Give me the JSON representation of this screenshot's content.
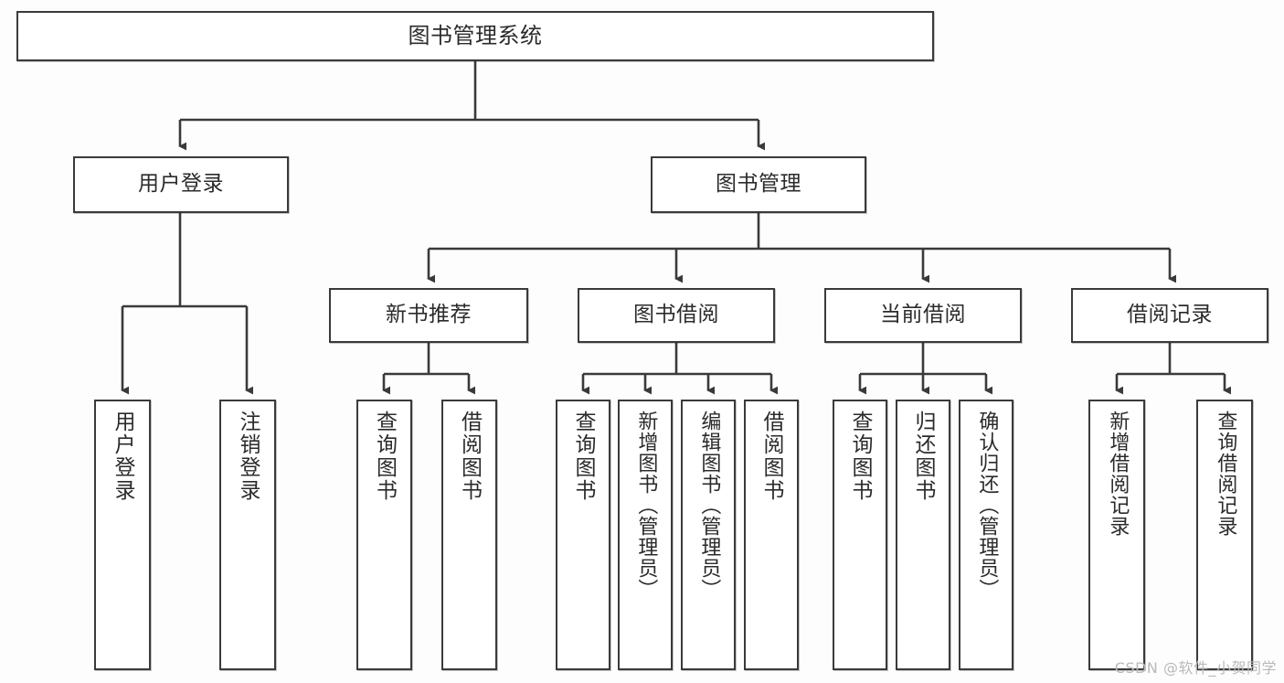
{
  "diagram": {
    "title": "图书管理系统",
    "type": "tree-hierarchy",
    "watermark": "CSDN @软件_小贺同学",
    "colors": {
      "stroke": "#3a3a3a",
      "fill": "#ffffff",
      "text": "#2b2b2b",
      "background": "#fdfdfd",
      "watermark": "#b9b9b9"
    },
    "nodes": {
      "root": {
        "label": "图书管理系统"
      },
      "level1": [
        {
          "id": "user-login",
          "label": "用户登录"
        },
        {
          "id": "book-manage",
          "label": "图书管理"
        }
      ],
      "level2": [
        {
          "id": "new-book-recommend",
          "label": "新书推荐"
        },
        {
          "id": "book-borrow",
          "label": "图书借阅"
        },
        {
          "id": "current-borrow",
          "label": "当前借阅"
        },
        {
          "id": "borrow-record",
          "label": "借阅记录"
        }
      ],
      "leaves": {
        "user-login": [
          {
            "id": "leaf-user-login",
            "label": "用户登录"
          },
          {
            "id": "leaf-logout-login",
            "label": "注销登录"
          }
        ],
        "new-book-recommend": [
          {
            "id": "leaf-query-book-1",
            "label": "查询图书"
          },
          {
            "id": "leaf-borrow-book-1",
            "label": "借阅图书"
          }
        ],
        "book-borrow": [
          {
            "id": "leaf-query-book-2",
            "label": "查询图书"
          },
          {
            "id": "leaf-add-book",
            "label": "新增图书（管理员）"
          },
          {
            "id": "leaf-edit-book",
            "label": "编辑图书（管理员）"
          },
          {
            "id": "leaf-borrow-book-2",
            "label": "借阅图书"
          }
        ],
        "current-borrow": [
          {
            "id": "leaf-query-book-3",
            "label": "查询图书"
          },
          {
            "id": "leaf-return-book",
            "label": "归还图书"
          },
          {
            "id": "leaf-confirm-return",
            "label": "确认归还（管理员）"
          }
        ],
        "borrow-record": [
          {
            "id": "leaf-add-record",
            "label": "新增借阅记录"
          },
          {
            "id": "leaf-query-record",
            "label": "查询借阅记录"
          }
        ]
      }
    }
  }
}
